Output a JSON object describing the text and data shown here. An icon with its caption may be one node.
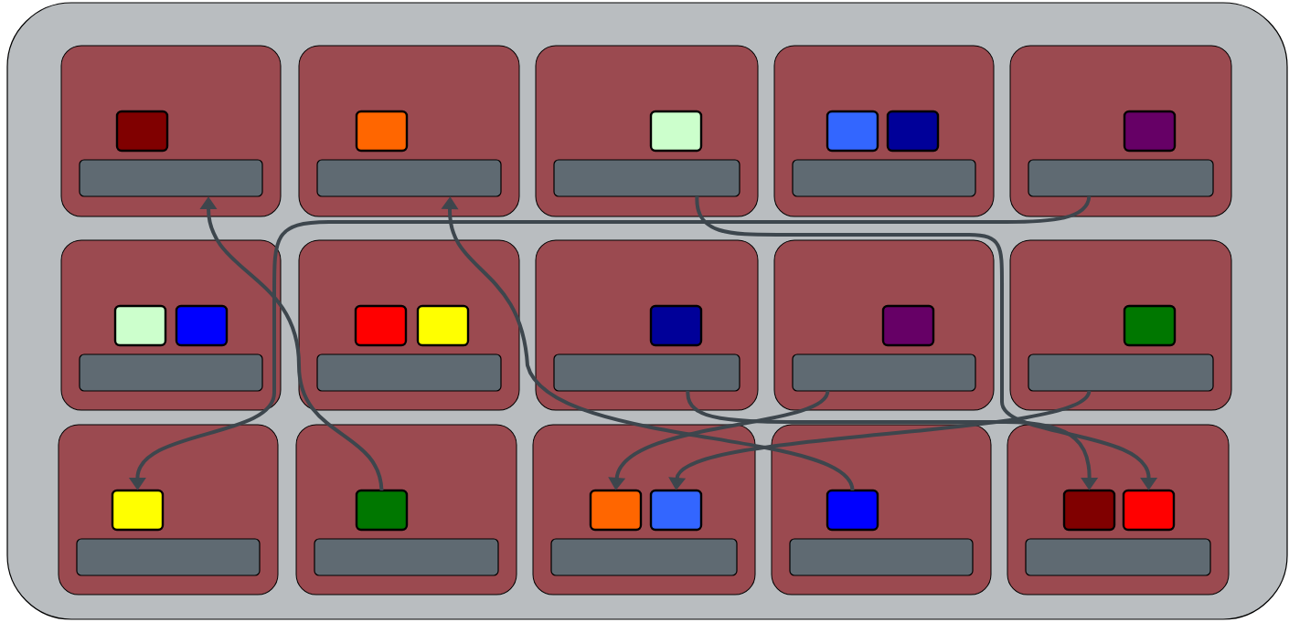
{
  "diagram": {
    "nodes": [
      {
        "text": [],
        "shape": "box"
      },
      {
        "text": [],
        "shape": "box",
        "in": 0
      },
      {
        "text": [],
        "shape": "box",
        "in": 1
      },
      {
        "text": [],
        "shape": "bar",
        "in": 1
      },
      {
        "text": [],
        "shape": "box",
        "in": 0
      },
      {
        "text": [],
        "shape": "box",
        "in": 4
      },
      {
        "text": [],
        "shape": "bar",
        "in": 4
      },
      {
        "text": [],
        "shape": "box",
        "in": 0
      },
      {
        "text": [],
        "shape": "box",
        "in": 7
      },
      {
        "text": [],
        "shape": "bar",
        "in": 7
      },
      {
        "text": [],
        "shape": "box",
        "in": 0
      },
      {
        "text": [],
        "shape": "box",
        "in": 10
      },
      {
        "text": [],
        "shape": "box",
        "in": 10
      },
      {
        "text": [],
        "shape": "bar",
        "in": 10
      },
      {
        "text": [],
        "shape": "box",
        "in": 0
      },
      {
        "text": [],
        "shape": "box",
        "in": 14
      },
      {
        "text": [],
        "shape": "bar",
        "in": 14
      },
      {
        "text": [],
        "shape": "box",
        "in": 0
      },
      {
        "text": [],
        "shape": "box",
        "in": 17
      },
      {
        "text": [],
        "shape": "box",
        "in": 17
      },
      {
        "text": [],
        "shape": "bar",
        "in": 17
      },
      {
        "text": [],
        "shape": "box",
        "in": 0
      },
      {
        "text": [],
        "shape": "box",
        "in": 21
      },
      {
        "text": [],
        "shape": "box",
        "in": 21
      },
      {
        "text": [],
        "shape": "bar",
        "in": 21
      },
      {
        "text": [],
        "shape": "box",
        "in": 0
      },
      {
        "text": [],
        "shape": "box",
        "in": 25
      },
      {
        "text": [],
        "shape": "bar",
        "in": 25
      },
      {
        "text": [],
        "shape": "box",
        "in": 0
      },
      {
        "text": [],
        "shape": "box",
        "in": 28
      },
      {
        "text": [],
        "shape": "bar",
        "in": 28
      },
      {
        "text": [],
        "shape": "box",
        "in": 0
      },
      {
        "text": [],
        "shape": "box",
        "in": 31
      },
      {
        "text": [],
        "shape": "bar",
        "in": 31
      },
      {
        "text": [],
        "shape": "box",
        "in": 0
      },
      {
        "text": [],
        "shape": "box",
        "in": 34
      },
      {
        "text": [],
        "shape": "bar",
        "in": 34
      },
      {
        "text": [],
        "shape": "box",
        "in": 0
      },
      {
        "text": [],
        "shape": "box",
        "in": 37
      },
      {
        "text": [],
        "shape": "bar",
        "in": 37
      },
      {
        "text": [],
        "shape": "box",
        "in": 0
      },
      {
        "text": [],
        "shape": "box",
        "in": 40
      },
      {
        "text": [],
        "shape": "box",
        "in": 40
      },
      {
        "text": [],
        "shape": "bar",
        "in": 40
      },
      {
        "text": [],
        "shape": "box",
        "in": 0
      },
      {
        "text": [],
        "shape": "box",
        "in": 44
      },
      {
        "text": [],
        "shape": "bar",
        "in": 44
      },
      {
        "text": [],
        "shape": "box",
        "in": 0
      },
      {
        "text": [],
        "shape": "box",
        "in": 47
      },
      {
        "text": [],
        "shape": "box",
        "in": 47
      },
      {
        "text": [],
        "shape": "bar",
        "in": 47
      }
    ],
    "edges": [
      {
        "from": 38,
        "to": 3,
        "arrow": "to"
      },
      {
        "from": 45,
        "to": 6,
        "arrow": "to"
      },
      {
        "from": 16,
        "to": 35,
        "arrow": "to"
      },
      {
        "from": 9,
        "to": 49,
        "arrow": "to"
      },
      {
        "from": 27,
        "to": 48,
        "arrow": "to"
      },
      {
        "from": 30,
        "to": 41,
        "arrow": "to"
      },
      {
        "from": 33,
        "to": 42,
        "arrow": "to"
      }
    ]
  }
}
